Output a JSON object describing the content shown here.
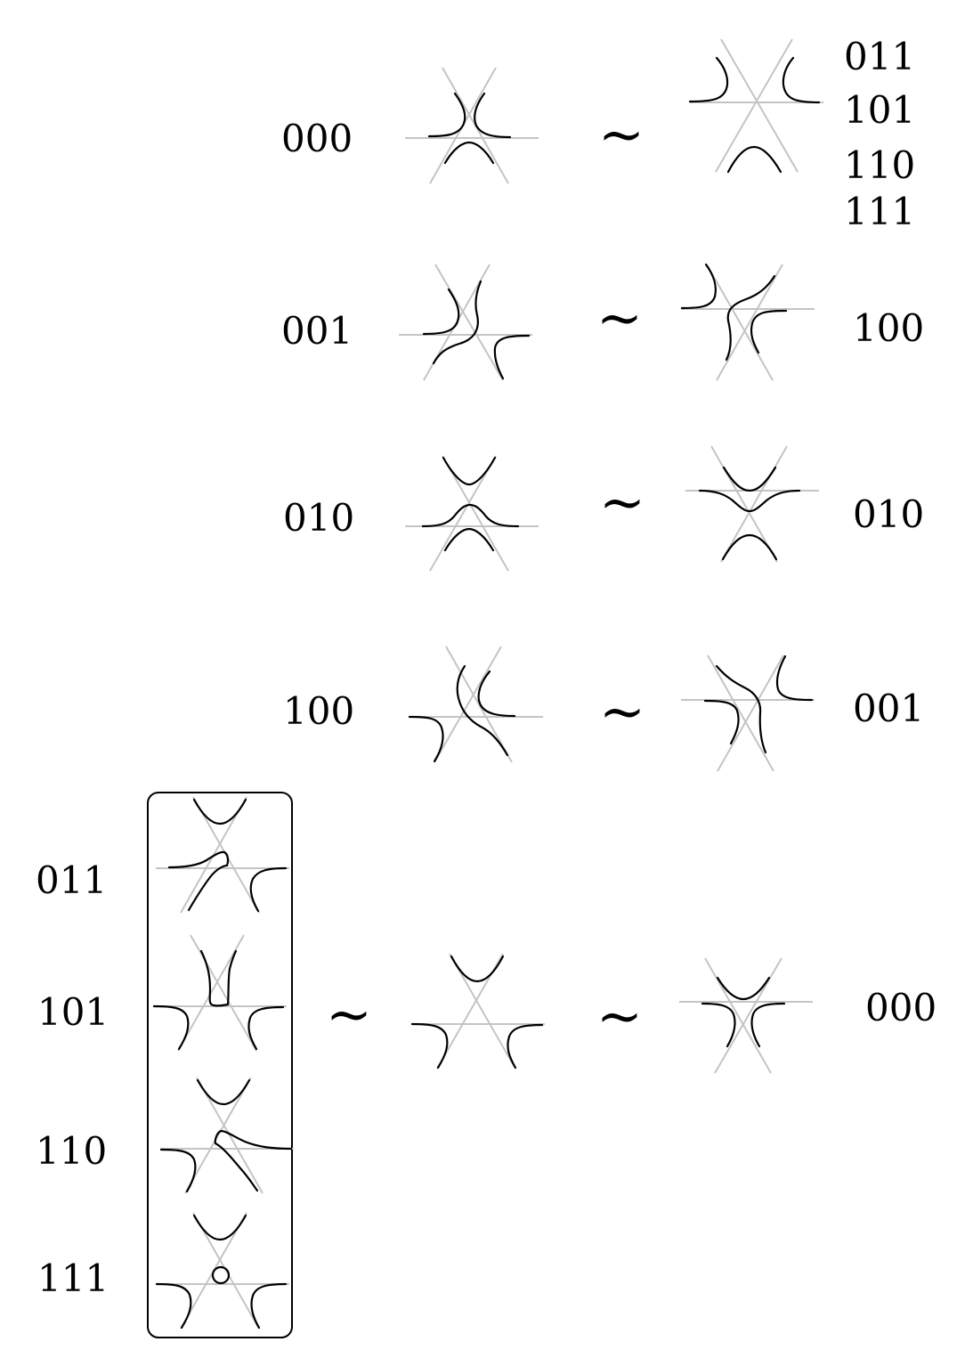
{
  "rows": [
    {
      "left_label": "000",
      "right_labels": [
        "011",
        "101",
        "110",
        "111"
      ],
      "sim": "~"
    },
    {
      "left_label": "001",
      "right_labels": [
        "100"
      ],
      "sim": "~"
    },
    {
      "left_label": "010",
      "right_labels": [
        "010"
      ],
      "sim": "~"
    },
    {
      "left_label": "100",
      "right_labels": [
        "001"
      ],
      "sim": "~"
    }
  ],
  "bottom": {
    "box_labels": [
      "011",
      "101",
      "110",
      "111"
    ],
    "sim1": "~",
    "sim2": "~",
    "right_label": "000"
  }
}
